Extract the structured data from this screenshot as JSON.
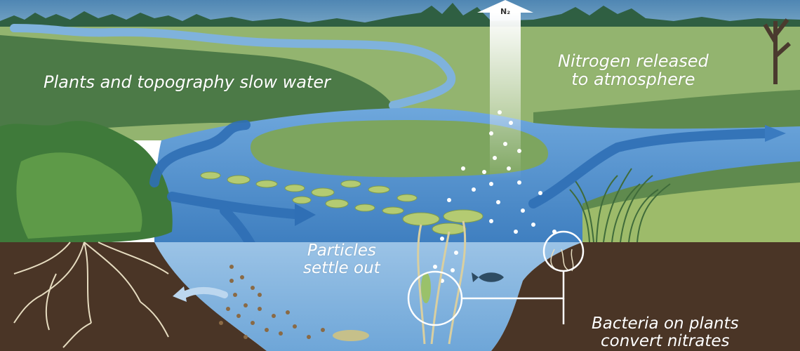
{
  "labels": {
    "plants": "Plants and topography slow water",
    "nitrogen_line1": "Nitrogen released",
    "nitrogen_line2": "to atmosphere",
    "particles_line1": "Particles",
    "particles_line2": "settle out",
    "bacteria_line1": "Bacteria on plants",
    "bacteria_line2": "convert nitrates",
    "n2": "N₂"
  },
  "colors": {
    "sky": "#5b8fb8",
    "meadow_far": "#8bb06a",
    "meadow_dark": "#4f7a45",
    "water": "#6aa0d6",
    "water_deep": "#4c86c4",
    "arrow_blue": "#2f6fb5",
    "soil": "#4a3526",
    "roots": "#e6dcc0",
    "sediment": "#8a6a45",
    "lily_pad": "#a9c56a",
    "callout": "#ffffff"
  }
}
